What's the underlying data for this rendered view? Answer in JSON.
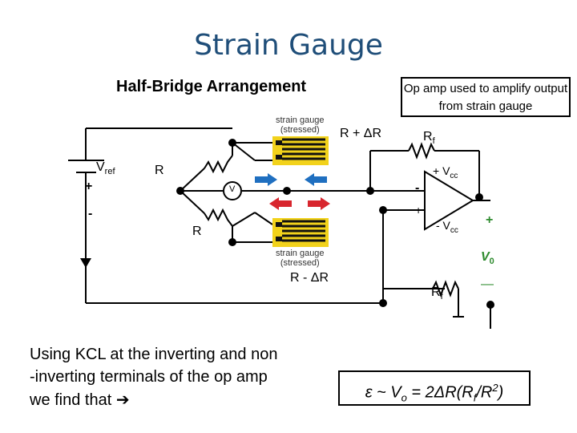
{
  "title": "Strain Gauge",
  "subtitle": "Half-Bridge Arrangement",
  "note": "Op amp used to amplify output from strain gauge",
  "labels": {
    "r_plus_dr": "R + ΔR",
    "r_minus_dr": "R - ΔR",
    "r_upper": "R",
    "r_lower": "R",
    "vref": "V",
    "vref_sub": "ref",
    "plus": "+",
    "minus": "-",
    "rf": "R",
    "rf_sub": "f",
    "rf_bottom": "R",
    "rf_bottom_sub": "f",
    "vcc_pos": "+ V",
    "vcc_pos_sub": "cc",
    "vcc_neg": "- V",
    "vcc_neg_sub": "cc",
    "opamp_minus": "-",
    "opamp_plus": "+",
    "out_plus": "+",
    "out_minus": "—",
    "v0": "V",
    "v0_sub": "0",
    "voltmeter": "V",
    "gauge_top": "strain gauge\n(stressed)",
    "gauge_bottom": "strain gauge\n(stressed)"
  },
  "body_text": "Using KCL at the inverting and non\n-inverting terminals of the op amp\nwe find that ",
  "arrow_icon": "➔",
  "formula": {
    "eps": "ε ~ V",
    "o_sub": "o",
    "mid": " = 2ΔR(R",
    "f_sub": "f",
    "tail": "/R",
    "sq": "2",
    "close": ")"
  },
  "colors": {
    "title": "#1f4e79",
    "arrow_blue": "#1f6fc0",
    "arrow_red": "#d8262e",
    "gauge_yellow": "#f2d21b",
    "v0_green": "#2e8b2e"
  }
}
